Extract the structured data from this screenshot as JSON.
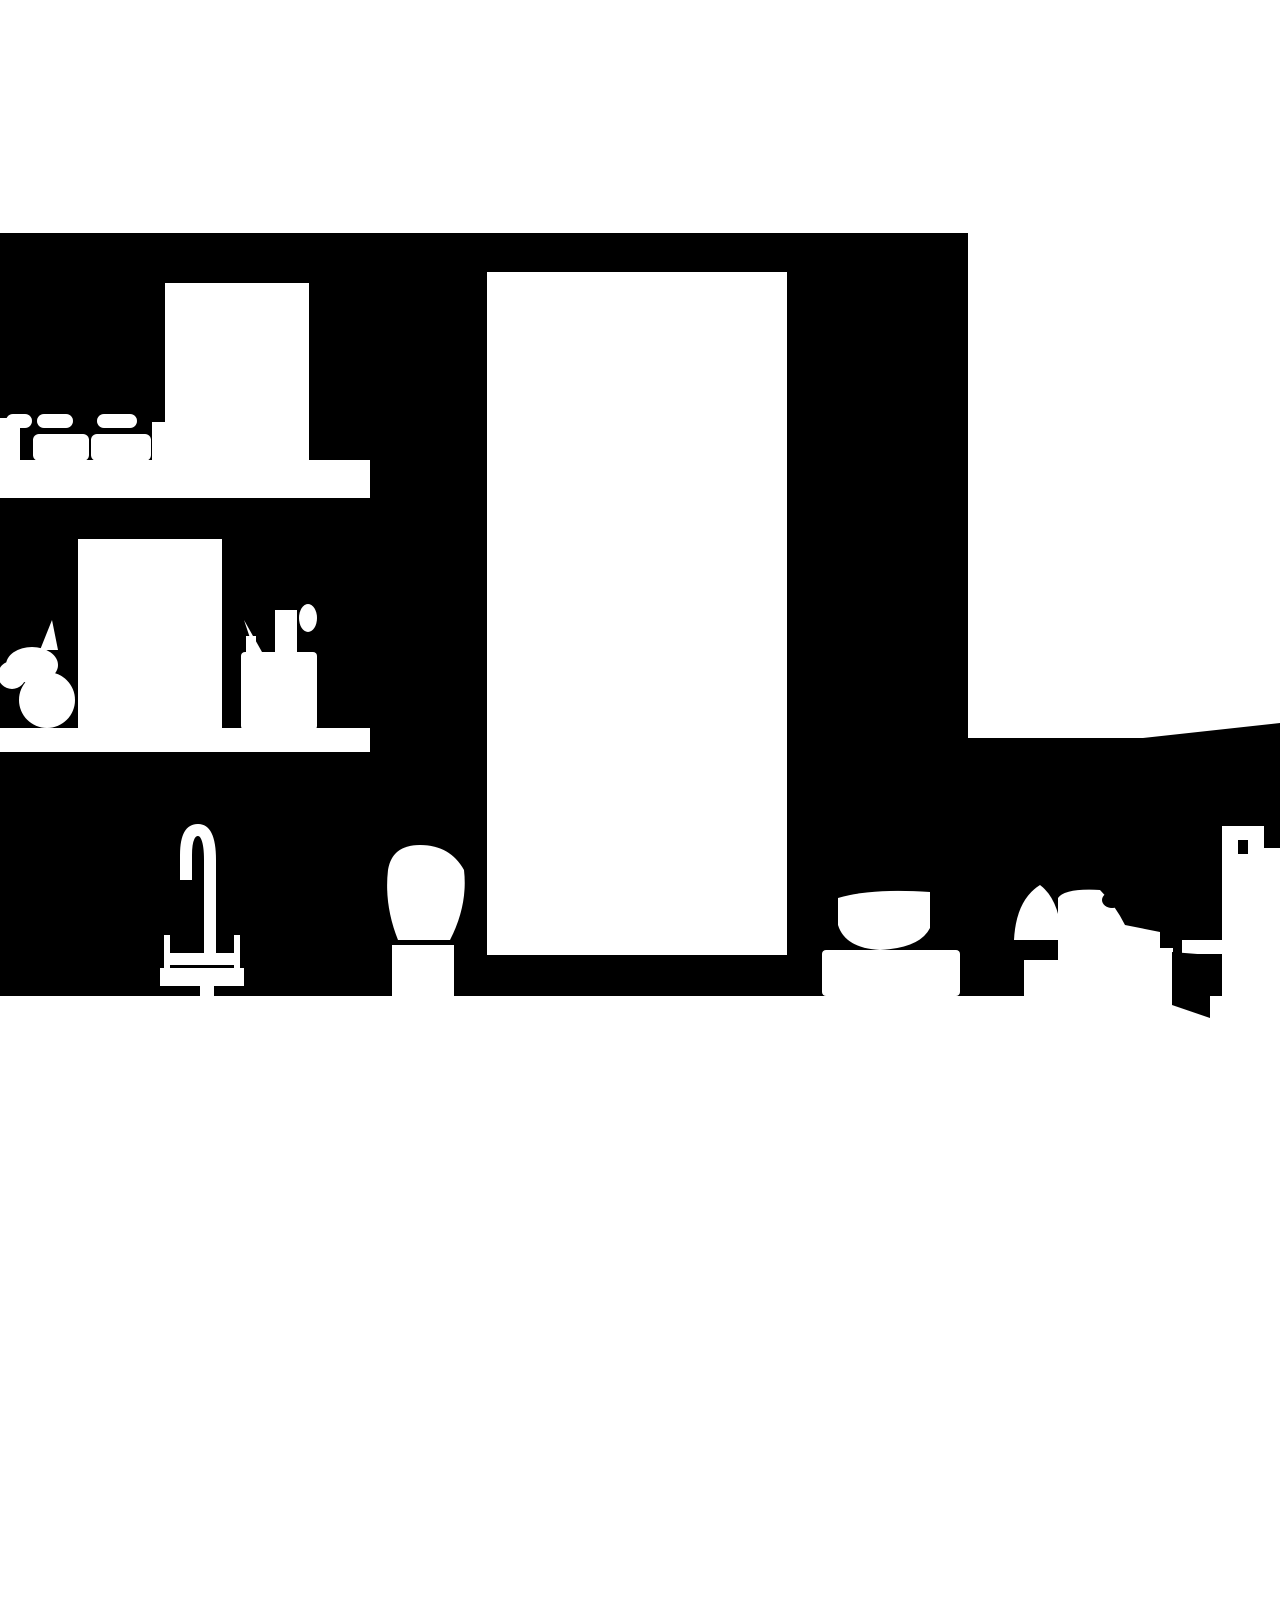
{
  "scene": {
    "description_type": "silhouette-mask",
    "colors": {
      "foreground": "#000000",
      "background": "#ffffff"
    },
    "objects": [
      "wall-mask",
      "upper-shelf",
      "lower-shelf",
      "faucet",
      "potted-herb",
      "window",
      "bowl-stack",
      "plant-pot",
      "teapot",
      "cutting-board"
    ]
  }
}
